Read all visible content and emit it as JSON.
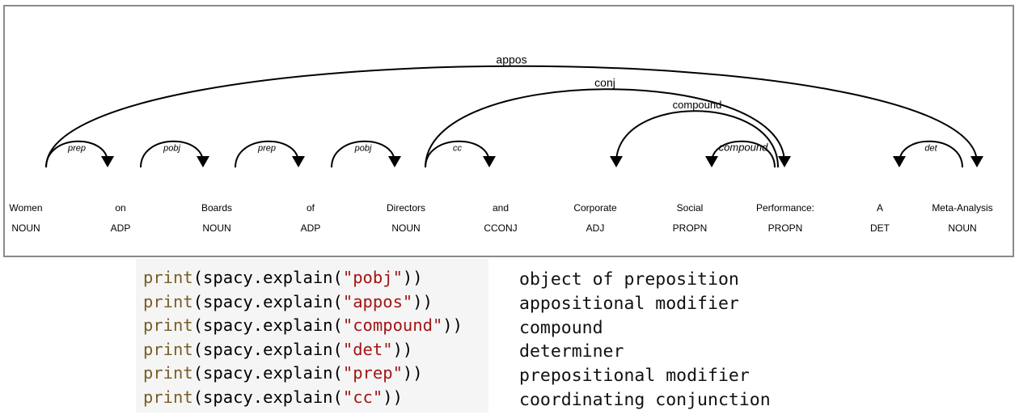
{
  "parse": {
    "tokens": [
      {
        "text": "Women",
        "tag": "NOUN"
      },
      {
        "text": "on",
        "tag": "ADP"
      },
      {
        "text": "Boards",
        "tag": "NOUN"
      },
      {
        "text": "of",
        "tag": "ADP"
      },
      {
        "text": "Directors",
        "tag": "NOUN"
      },
      {
        "text": "and",
        "tag": "CCONJ"
      },
      {
        "text": "Corporate",
        "tag": "ADJ"
      },
      {
        "text": "Social",
        "tag": "PROPN"
      },
      {
        "text": "Performance:",
        "tag": "PROPN"
      },
      {
        "text": "A",
        "tag": "DET"
      },
      {
        "text": "Meta-Analysis",
        "tag": "NOUN"
      }
    ],
    "arcs": [
      {
        "label": "appos",
        "from": 0,
        "to": 10
      },
      {
        "label": "prep",
        "from": 0,
        "to": 1
      },
      {
        "label": "pobj",
        "from": 1,
        "to": 2
      },
      {
        "label": "prep",
        "from": 2,
        "to": 3
      },
      {
        "label": "pobj",
        "from": 3,
        "to": 4
      },
      {
        "label": "conj",
        "from": 4,
        "to": 8
      },
      {
        "label": "cc",
        "from": 4,
        "to": 5
      },
      {
        "label": "compound",
        "from": 8,
        "to": 6
      },
      {
        "label": "compound",
        "from": 8,
        "to": 7
      },
      {
        "label": "det",
        "from": 10,
        "to": 9
      }
    ]
  },
  "code": {
    "lines": [
      {
        "fn": "print",
        "open": "(spacy.explain(",
        "arg": "\"pobj\"",
        "close": "))"
      },
      {
        "fn": "print",
        "open": "(spacy.explain(",
        "arg": "\"appos\"",
        "close": "))"
      },
      {
        "fn": "print",
        "open": "(spacy.explain(",
        "arg": "\"compound\"",
        "close": "))"
      },
      {
        "fn": "print",
        "open": "(spacy.explain(",
        "arg": "\"det\"",
        "close": "))"
      },
      {
        "fn": "print",
        "open": "(spacy.explain(",
        "arg": "\"prep\"",
        "close": "))"
      },
      {
        "fn": "print",
        "open": "(spacy.explain(",
        "arg": "\"cc\"",
        "close": "))"
      }
    ]
  },
  "output": {
    "lines": [
      "object of preposition",
      "appositional modifier",
      "compound",
      "determiner",
      "prepositional modifier",
      "coordinating conjunction"
    ]
  }
}
